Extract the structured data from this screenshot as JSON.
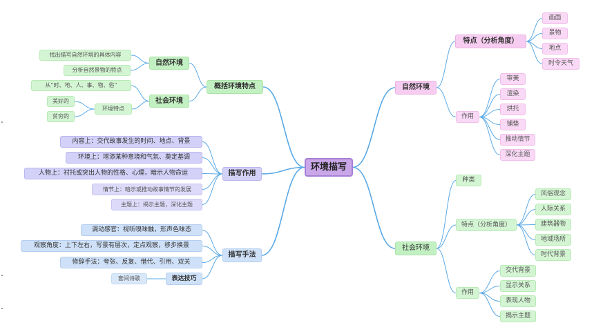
{
  "root": {
    "label": "环境描写"
  },
  "natural": {
    "label": "自然环境",
    "features": {
      "label": "特点（分析角度）",
      "items": [
        "画面",
        "景物",
        "地点",
        "时令天气"
      ]
    },
    "effects": {
      "label": "作用",
      "items": [
        "审美",
        "渲染",
        "烘托",
        "铺垫",
        "推动情节",
        "深化主题"
      ]
    }
  },
  "social": {
    "label": "社会环境",
    "types": {
      "label": "种类"
    },
    "features": {
      "label": "特点（分析角度）",
      "items": [
        "风俗观念",
        "人际关系",
        "建筑器物",
        "地域场所",
        "时代背景"
      ]
    },
    "effects": {
      "label": "作用",
      "items": [
        "交代背景",
        "显示关系",
        "表现人物",
        "揭示主题"
      ]
    }
  },
  "summary": {
    "label": "概括环境特点",
    "natural": {
      "label": "自然环境",
      "items": [
        "找出描写自然环境的具体内容",
        "分析自然景物的特点"
      ]
    },
    "social": {
      "label": "社会环境",
      "item": "从“时、地、人、事、物、俗”",
      "features": {
        "label": "环境特点",
        "items": [
          "美好的",
          "贫穷的"
        ]
      }
    }
  },
  "role": {
    "label": "描写作用",
    "items": [
      "内容上：交代故事发生的时间、地点、背景",
      "环境上：增添某种意境和气氛、奠定基调",
      "人物上：衬托或突出人物的性格、心理，暗示人物命运",
      "情节上：暗示或推动故事情节的发展",
      "主题上：揭示主题，深化主题"
    ]
  },
  "method": {
    "label": "描写手法",
    "items": [
      "调动感官：视听嗅味触，形声色味态",
      "观察角度：上下左右，写景有层次，定点观察，移步换景",
      "修辞手法：夸张、反复、借代、引用、双关"
    ],
    "skill": {
      "label": "表达技巧",
      "item": "套间诗歌"
    }
  },
  "colors": {
    "link": "#5aa9e6",
    "natural": "#f6cdf1",
    "social": "#c3f0c2",
    "role": "#d3d1f7",
    "method": "#cfe1f8",
    "root": "#c9a7e8"
  }
}
